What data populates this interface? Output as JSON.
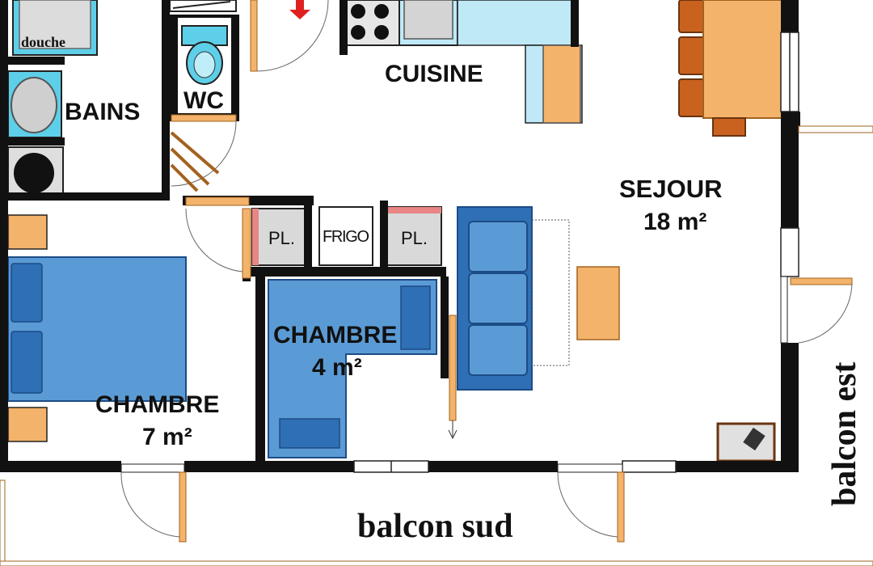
{
  "rooms": {
    "douche": "douche",
    "bains": "BAINS",
    "wc": "WC",
    "cuisine": "CUISINE",
    "sejour_name": "SEJOUR",
    "sejour_area": "18 m²",
    "pl1": "PL.",
    "frigo": "FRIGO",
    "pl2": "PL.",
    "chambre_small_name": "CHAMBRE",
    "chambre_small_area": "4 m²",
    "chambre_large_name": "CHAMBRE",
    "chambre_large_area": "7 m²",
    "balcon_sud": "balcon sud",
    "balcon_est": "balcon est"
  },
  "colors": {
    "wall": "#111111",
    "bed": "#5b9bd5",
    "pillow": "#2e6fb5",
    "sofa": "#5b9bd5",
    "wood": "#f4b36b",
    "table": "#c98a3c",
    "chair": "#c9621f",
    "counter": "#bfe9f7",
    "bathtub": "#5ecfe8",
    "door_frame": "#b5794a",
    "arrow": "#e02020"
  }
}
